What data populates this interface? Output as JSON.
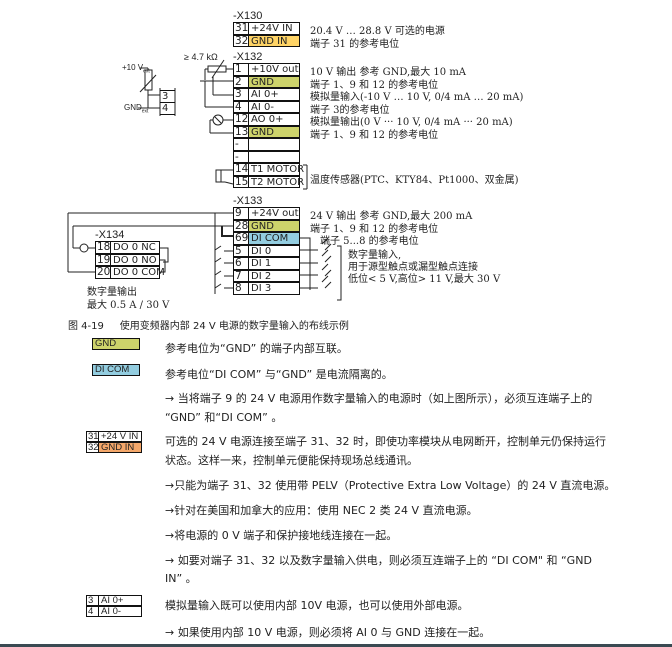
{
  "colors": {
    "gnd": "#cdd36b",
    "dicom": "#93cde0",
    "gnd_in_diagram": "#ffd466",
    "gnd_in_legend": "#f4a76a"
  },
  "diagram": {
    "ext_pot": {
      "v10": "+10 V",
      "v10_sub": "ext",
      "gnd": "GND",
      "gnd_sub": "ext",
      "t3": "3",
      "t4": "4"
    },
    "resistor_label": "≥ 4.7 kΩ",
    "x130": {
      "title": "-X130",
      "rows": [
        {
          "num": "31",
          "label": "+24V IN",
          "desc": "20.4 V … 28.8 V 可选的电源"
        },
        {
          "num": "32",
          "label": "GND IN",
          "desc": "端子 31 的参考电位"
        }
      ]
    },
    "x132": {
      "title": "-X132",
      "rows": [
        {
          "num": "1",
          "label": "+10V out",
          "desc": "10 V 输出 参考 GND,最大 10 mA"
        },
        {
          "num": "2",
          "label": "GND",
          "desc": "端子 1、9 和 12 的参考电位"
        },
        {
          "num": "3",
          "label": "AI 0+",
          "desc": "模拟量输入(-10 V …  10 V, 0/4 mA … 20 mA)"
        },
        {
          "num": "4",
          "label": "AI 0-",
          "desc": "端子 3的参考电位"
        },
        {
          "num": "12",
          "label": "AO 0+",
          "desc": "模拟量输出(0 V ··· 10 V, 0/4 mA ··· 20 mA)"
        },
        {
          "num": "13",
          "label": "GND",
          "desc": "端子 1、9 和 12 的参考电位"
        },
        {
          "num": "-",
          "label": "",
          "desc": ""
        },
        {
          "num": "-",
          "label": "",
          "desc": ""
        },
        {
          "num": "14",
          "label": "T1 MOTOR",
          "desc": ""
        },
        {
          "num": "15",
          "label": "T2 MOTOR",
          "desc": ""
        }
      ],
      "temp_desc": "温度传感器(PTC、KTY84、Pt1000、双金属)"
    },
    "x133": {
      "title": "-X133",
      "rows": [
        {
          "num": "9",
          "label": "+24V out",
          "desc": "24 V 输出 参考 GND,最大 200 mA"
        },
        {
          "num": "28",
          "label": "GND",
          "desc": "端子 1、9 和 12 的参考电位"
        },
        {
          "num": "69",
          "label": "DI COM",
          "desc": "端子 5...8 的参考电位"
        },
        {
          "num": "5",
          "label": "DI 0"
        },
        {
          "num": "6",
          "label": "DI 1"
        },
        {
          "num": "7",
          "label": "DI 2"
        },
        {
          "num": "8",
          "label": "DI 3"
        }
      ],
      "di_desc": [
        "数字量输入,",
        "用于源型触点或漏型触点连接",
        "低位< 5 V,高位> 11 V,最大 30 V"
      ]
    },
    "x134": {
      "title": "-X134",
      "rows": [
        {
          "num": "18",
          "label": "DO 0 NC"
        },
        {
          "num": "19",
          "label": "DO 0 NO"
        },
        {
          "num": "20",
          "label": "DO 0 COM"
        }
      ],
      "desc": [
        "数字量输出",
        "最大 0.5 A / 30 V"
      ]
    }
  },
  "caption": {
    "num": "图 4-19",
    "text": "使用变频器内部 24 V 电源的数字量输入的布线示例"
  },
  "notes": [
    {
      "legend": "GND",
      "text": [
        "参考电位为“GND” 的端子内部互联。"
      ]
    },
    {
      "legend": "DI COM",
      "text": [
        "参考电位“DI COM” 与“GND” 是电流隔离的。",
        "→ 当将端子 9 的 24 V 电源用作数字量输入的电源时（如上图所示），必须互连端子上的",
        "“GND” 和“DI COM” 。"
      ]
    },
    {
      "legend_rows": [
        {
          "num": "31",
          "label": "+24 V IN"
        },
        {
          "num": "32",
          "label": "GND IN"
        }
      ],
      "text": [
        "可选的 24 V 电源连接至端子 31、32 时，即使功率模块从电网断开，控制单元仍保持运行",
        "状态。这样一来，控制单元便能保持现场总线通讯。",
        "→只能为端子 31、32 使用带 PELV（Protective Extra Low Voltage）的 24 V 直流电源。",
        "→针对在美国和加拿大的应用：使用 NEC 2 类 24 V 直流电源。",
        "→将电源的 0 V 端子和保护接地线连接在一起。",
        "→ 如要对端子 31、32 以及数字量输入供电，则必须互连端子上的 “DI COM\" 和 “GND",
        "IN” 。"
      ]
    },
    {
      "legend_rows": [
        {
          "num": "3",
          "label": "AI 0+"
        },
        {
          "num": "4",
          "label": "AI 0-"
        }
      ],
      "text": [
        "模拟量输入既可以使用内部 10V 电源，也可以使用外部电源。",
        "→ 如果使用内部 10 V 电源，则必须将 AI 0 与 GND 连接在一起。"
      ]
    }
  ]
}
